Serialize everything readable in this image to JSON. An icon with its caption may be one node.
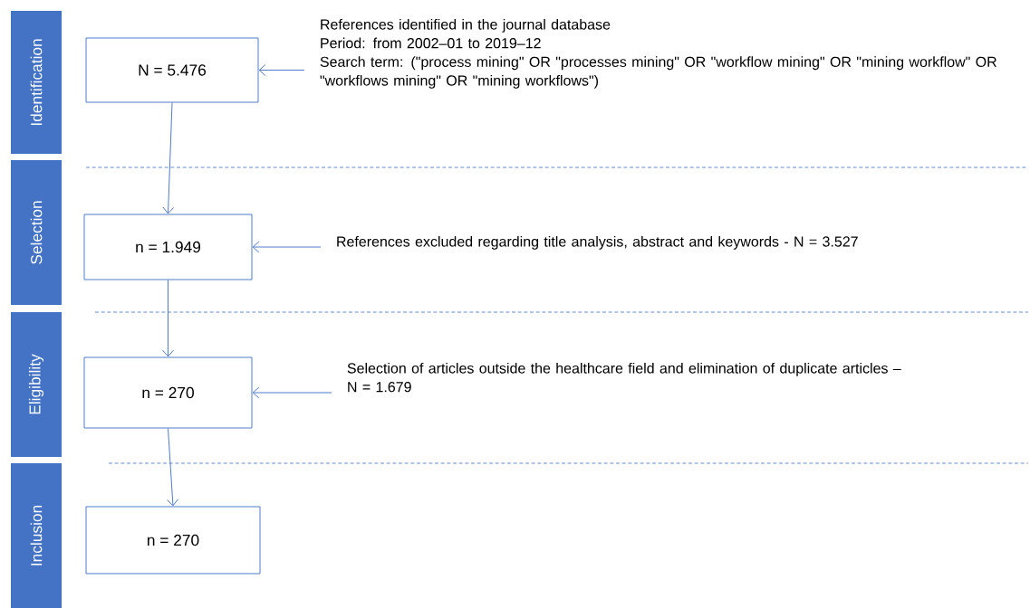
{
  "diagram": {
    "nodes": [
      {
        "text": [
          "Identification"
        ]
      },
      {
        "text": [
          "Selection"
        ]
      },
      {
        "text": [
          "Eligibility"
        ]
      },
      {
        "text": [
          "Inclusion"
        ]
      },
      {
        "text": [
          "N = 5.476"
        ]
      },
      {
        "text": [
          "n = 1.949"
        ]
      },
      {
        "text": [
          "n = 270"
        ]
      },
      {
        "text": [
          "n = 270"
        ]
      },
      {
        "text": [
          "References identified in the journal database",
          "Period: from 2002–01 to 2019–12",
          "Search term: (\"process mining\" OR \"processes mining\" OR \"workflow mining\" OR \"mining workflow\" OR \"workflows mining\" OR \"mining workflows\")"
        ]
      },
      {
        "text": [
          "References excluded regarding title analysis, abstract and keywords - N = 3.527"
        ]
      },
      {
        "text": [
          "Selection of articles outside the healthcare field  and elimination of duplicate articles – N = 1.679"
        ]
      }
    ],
    "edges": [
      {
        "from": 4,
        "to": 5,
        "arrow": "to"
      },
      {
        "from": 5,
        "to": 6,
        "arrow": "to"
      },
      {
        "from": 6,
        "to": 7,
        "arrow": "to"
      },
      {
        "from": 8,
        "to": 4,
        "arrow": "to"
      },
      {
        "from": 9,
        "to": 5,
        "arrow": "to"
      },
      {
        "from": 10,
        "to": 6,
        "arrow": "to"
      }
    ]
  }
}
